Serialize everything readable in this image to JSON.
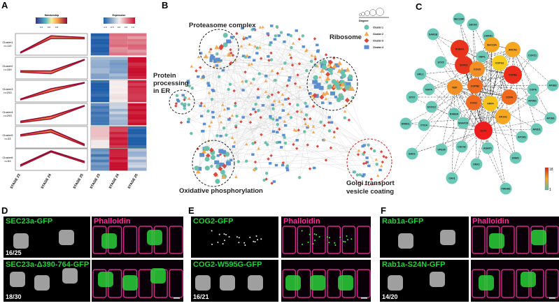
{
  "panels": {
    "a": "A",
    "b": "B",
    "c": "C",
    "d": "D",
    "e": "E",
    "f": "F"
  },
  "panel_a": {
    "membership_title": "Membership",
    "membership_ticks": [
      "0.4",
      "0.6",
      "0.8"
    ],
    "expression_title": "Expression",
    "expression_ticks": [
      "-1.0",
      "-0.5",
      "0.0",
      "0.5",
      "1.0"
    ],
    "stages": [
      "STAGE 23",
      "STAGE 24",
      "STAGE 25"
    ],
    "clusters": [
      {
        "name": "Cluster1",
        "n": "n=119",
        "profile": [
          0,
          0.9,
          0.85
        ],
        "expression": [
          -1,
          0.5,
          0.5
        ]
      },
      {
        "name": "Cluster2",
        "n": "n=159",
        "profile": [
          0.3,
          0.25,
          1
        ],
        "expression": [
          -0.5,
          -0.5,
          1
        ]
      },
      {
        "name": "Cluster3",
        "n": "n=253",
        "profile": [
          0,
          0.55,
          1
        ],
        "expression": [
          -1,
          0.05,
          0.8
        ]
      },
      {
        "name": "Cluster4",
        "n": "n=293",
        "profile": [
          0.05,
          0.3,
          1
        ],
        "expression": [
          -0.8,
          -0.3,
          1
        ]
      },
      {
        "name": "Cluster5",
        "n": "n=33",
        "profile": [
          0.6,
          0.85,
          0.05
        ],
        "expression": [
          0.1,
          0.9,
          -1
        ]
      },
      {
        "name": "Cluster6",
        "n": "n=53",
        "profile": [
          0.15,
          1,
          0.35
        ],
        "expression": [
          -0.7,
          1,
          -0.3
        ]
      }
    ]
  },
  "panel_b": {
    "modules": [
      "Proteasome complex",
      "Ribosome",
      "Protein",
      "processing",
      "in ER",
      "Oxidative phosphorylation",
      "Golgi transport",
      "vesicle coating"
    ],
    "legend_degree": "Degree",
    "legend": [
      {
        "label": "Cluster 1",
        "color": "#6cc1ad",
        "shape": "circle"
      },
      {
        "label": "Cluster 2",
        "color": "#f0a852",
        "shape": "triangle"
      },
      {
        "label": "Cluster 3",
        "color": "#d84a3e",
        "shape": "diamond"
      },
      {
        "label": "Cluster 4",
        "color": "#5b8fcf",
        "shape": "square"
      }
    ]
  },
  "panel_c": {
    "colorbar_max": "18",
    "colorbar_min": "1",
    "nodes": [
      "SEC23IP",
      "SEC63",
      "SAR1B",
      "LMAN1",
      "RAB1A",
      "SEC23A",
      "ARCN1",
      "GBF1",
      "COPZ1",
      "STX5",
      "SCFD1",
      "COPG2",
      "COG5",
      "ARL1",
      "COPB1",
      "NSF",
      "COPB2",
      "NAPA",
      "STX7",
      "COPE",
      "AP3B2",
      "COPA",
      "COG2",
      "ARF4",
      "EXOC2",
      "AP2M1",
      "RAB6A",
      "AP1G1",
      "AP2B1",
      "DNM1L",
      "VTI1A",
      "SNAP29",
      "CLTC",
      "AP3D1",
      "AP1M1",
      "EHD1",
      "VPS35",
      "CDC42",
      "ASAP1",
      "DNM1",
      "SNX2",
      "CAV1",
      "YWHAE"
    ],
    "degree_colors": {
      "RAB1A": "#e8341c",
      "SCFD1": "#e8341c",
      "COPB1": "#ee2a1a",
      "CLTC": "#ee1c1c",
      "SEC23A": "#f5a623",
      "ARCN1": "#f5a623",
      "COPG2": "#f7cf1a",
      "COG5": "#f39025",
      "NSF": "#f39025",
      "COPB2": "#f06a20",
      "COPA": "#f06a20",
      "COG2": "#f06a20",
      "ARF4": "#f7c21c",
      "AP1G1": "#f5a623",
      "default": "#6cc9b8"
    }
  },
  "panel_d": {
    "top_label": "SEC23a-GFP",
    "bottom_label": "SEC23a-Δ390-764-GFP",
    "stain": "Phalloidin",
    "top_count": "16/25",
    "bottom_count": "18/30"
  },
  "panel_e": {
    "top_label": "COG2-GFP",
    "bottom_label": "COG2-W595G-GFP",
    "stain": "Phalloidin",
    "bottom_count": "16/21"
  },
  "panel_f": {
    "top_label": "Rab1a-GFP",
    "bottom_label": "Rab1a-S24N-GFP",
    "stain": "Phalloidin",
    "bottom_count": "14/20"
  }
}
